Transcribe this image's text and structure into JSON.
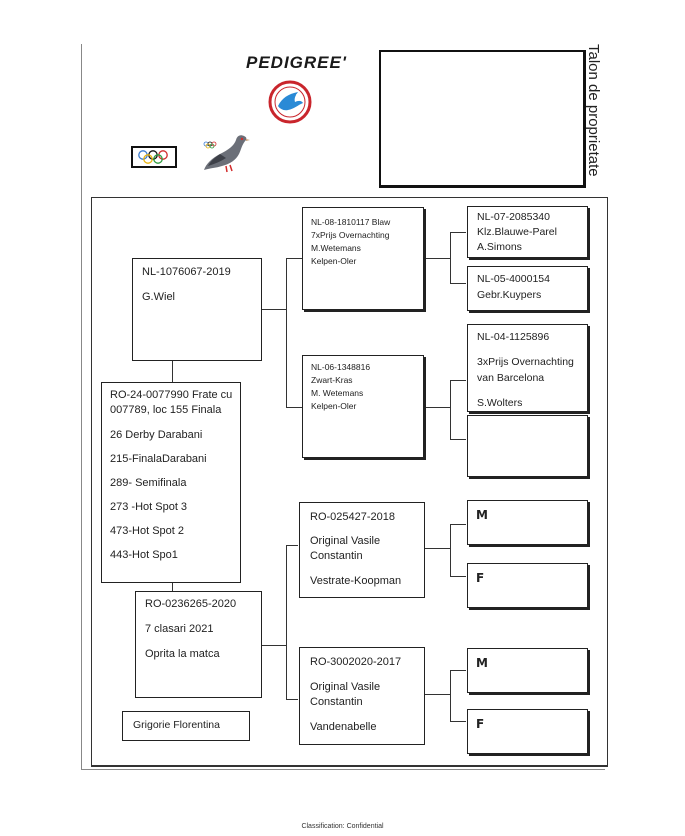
{
  "header": {
    "title": "PEDIGREE'",
    "talon_label": "Talon de proprietate"
  },
  "icons": {
    "federation_logo": "pigeon-federation-logo",
    "olympic_rings": "olympic-rings",
    "pigeon": "pigeon-illustration"
  },
  "subject": {
    "lines": [
      "RO-24-0077990 Frate cu",
      "007789, loc 155 Finala",
      "26 Derby Darabani",
      "215-FinalaDarabani",
      "289- Semifinala",
      "273 -Hot Spot 3",
      "473-Hot Spot 2",
      "443-Hot Spo1"
    ]
  },
  "sire": {
    "ring": "NL-1076067-2019",
    "owner": "G.Wiel"
  },
  "dam": {
    "ring": "RO-0236265-2020",
    "result": "7 clasari 2021",
    "note": "Oprita la matca"
  },
  "owner_name": "Grigorie Florentina",
  "sire_sire": {
    "lines": [
      "NL-08-1810117 Blaw",
      "7xPrijs Overnachting",
      "M.Wetemans",
      "Kelpen-Oler"
    ]
  },
  "sire_dam": {
    "lines": [
      "NL-06-1348816",
      "Zwart-Kras",
      "M. Wetemans",
      "Kelpen-Oler"
    ]
  },
  "dam_sire": {
    "ring": "RO-025427-2018",
    "line1": "Original Vasile",
    "line2": "Constantin",
    "line3": "Vestrate-Koopman"
  },
  "dam_dam": {
    "ring": "RO-3002020-2017",
    "line1": "Original Vasile",
    "line2": "Constantin",
    "line3": "Vandenabelle"
  },
  "gen3": {
    "sss": {
      "ring": "NL-07-2085340",
      "line1": "Klz.Blauwe-Parel",
      "line2": "A.Simons"
    },
    "ssd": {
      "ring": "NL-05-4000154",
      "line1": "Gebr.Kuypers"
    },
    "sds": {
      "ring": "NL-04-1125896",
      "line1": "3xPrijs Overnachting",
      "line2": "van Barcelona",
      "line3": "S.Wolters"
    },
    "dss_label": "M",
    "dsd_label": "F",
    "dds_label": "M",
    "ddd_label": "F"
  },
  "footer": "Classification: Confidential",
  "colors": {
    "logo_red": "#c9252c",
    "logo_blue": "#2a8ad6"
  }
}
